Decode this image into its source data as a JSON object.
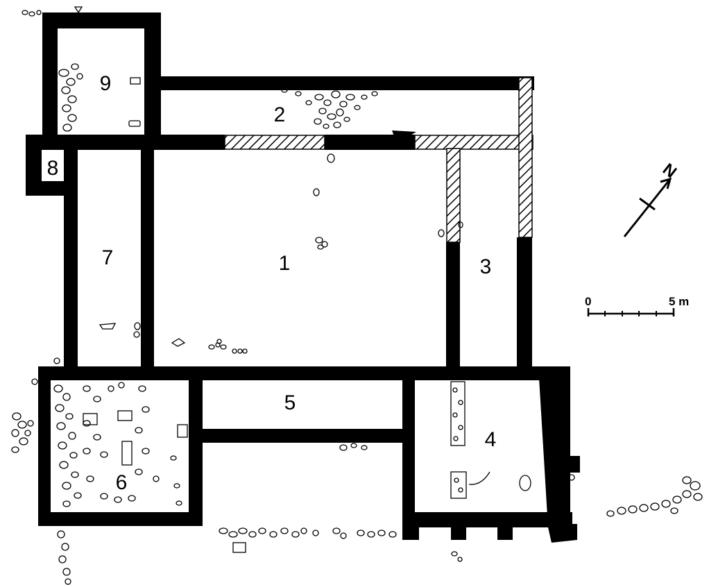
{
  "rooms": [
    {
      "id": "room-1",
      "label": "1"
    },
    {
      "id": "room-2",
      "label": "2"
    },
    {
      "id": "room-3",
      "label": "3"
    },
    {
      "id": "room-4",
      "label": "4"
    },
    {
      "id": "room-5",
      "label": "5"
    },
    {
      "id": "room-6",
      "label": "6"
    },
    {
      "id": "room-7",
      "label": "7"
    },
    {
      "id": "room-8",
      "label": "8"
    },
    {
      "id": "room-9",
      "label": "9"
    }
  ],
  "scale_bar": {
    "start_label": "0",
    "end_label": "5 m"
  },
  "north_arrow": {
    "label": "N"
  },
  "colors": {
    "wall": "#000000",
    "background": "#ffffff"
  }
}
